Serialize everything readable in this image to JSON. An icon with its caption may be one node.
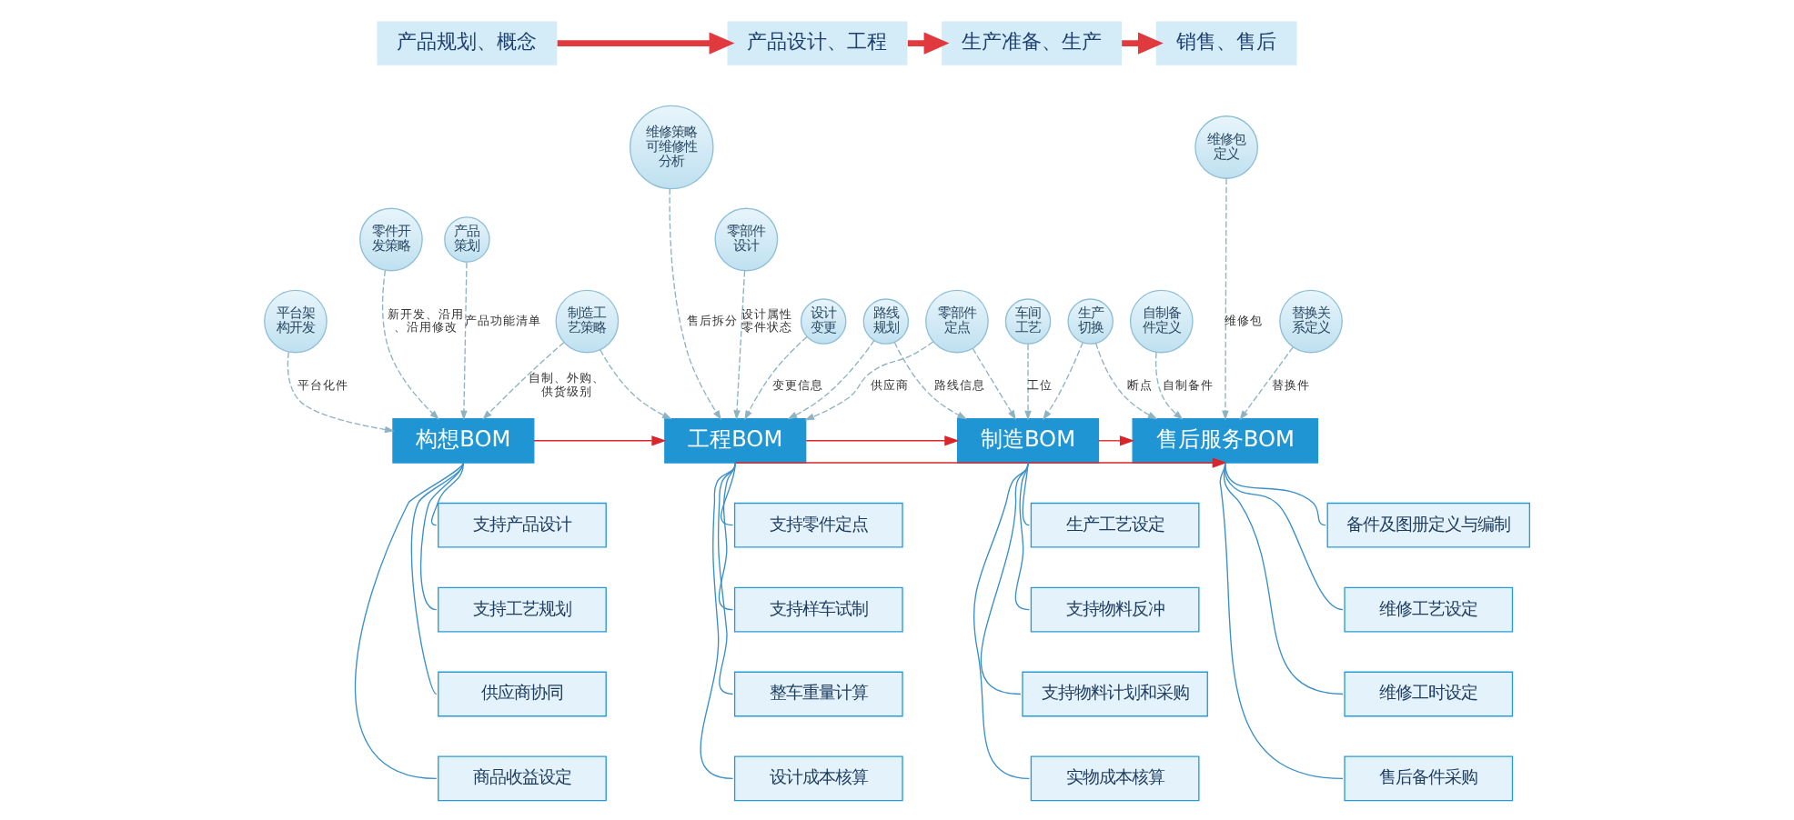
{
  "diagram": {
    "nodes": [
      {
        "text": [
          "产品规划、概念"
        ]
      },
      {
        "text": [
          "产品设计、工程"
        ]
      },
      {
        "text": [
          "生产准备、生产"
        ]
      },
      {
        "text": [
          "销售、售后"
        ]
      },
      {
        "text": [
          "产品策划"
        ]
      },
      {
        "text": [
          "平台架构开发"
        ]
      },
      {
        "text": [
          "零件开发策略"
        ]
      },
      {
        "text": [
          "制造工艺策略"
        ]
      },
      {
        "text": [
          "零部件设计"
        ]
      },
      {
        "text": [
          "设计变更"
        ]
      },
      {
        "text": [
          "维修策略可维修性分析"
        ]
      },
      {
        "text": [
          "零部件定点"
        ]
      },
      {
        "text": [
          "路线规划"
        ]
      },
      {
        "text": [
          "车间工艺"
        ]
      },
      {
        "text": [
          "生产切换"
        ]
      },
      {
        "text": [
          "自制备件定义"
        ]
      },
      {
        "text": [
          "维修包定义"
        ]
      },
      {
        "text": [
          "替换关系定义"
        ]
      },
      {
        "text": [
          "构想BOM"
        ]
      },
      {
        "text": [
          "工程BOM"
        ]
      },
      {
        "text": [
          "制造BOM"
        ]
      },
      {
        "text": [
          "售后服务BOM"
        ]
      },
      {
        "text": [
          "支持产品设计"
        ]
      },
      {
        "text": [
          "支持工艺规划"
        ]
      },
      {
        "text": [
          "供应商协同"
        ]
      },
      {
        "text": [
          "商品收益设定"
        ]
      },
      {
        "text": [
          "支持零件定点"
        ]
      },
      {
        "text": [
          "支持样车试制"
        ]
      },
      {
        "text": [
          "整车重量计算"
        ]
      },
      {
        "text": [
          "设计成本核算"
        ]
      },
      {
        "text": [
          "生产工艺设定"
        ]
      },
      {
        "text": [
          "支持物料反冲"
        ]
      },
      {
        "text": [
          "支持物料计划和采购"
        ]
      },
      {
        "text": [
          "实物成本核算"
        ]
      },
      {
        "text": [
          "备件及图册定义与编制"
        ]
      },
      {
        "text": [
          "维修工艺设定"
        ]
      },
      {
        "text": [
          "维修工时设定"
        ]
      },
      {
        "text": [
          "售后备件采购"
        ]
      }
    ],
    "edges": [
      {
        "from": 0,
        "to": 1,
        "arrow": "to",
        "style": "thick",
        "color": "#e0393e"
      },
      {
        "from": 1,
        "to": 2,
        "arrow": "to",
        "style": "thick",
        "color": "#e0393e"
      },
      {
        "from": 2,
        "to": 3,
        "arrow": "to",
        "style": "thick",
        "color": "#e0393e"
      },
      {
        "from": 4,
        "to": 18,
        "arrow": "to",
        "label": "产品功能清单",
        "style": "dashed",
        "color": "#8fb3c0"
      },
      {
        "from": 5,
        "to": 18,
        "arrow": "to",
        "label": "平台化件",
        "style": "dashed",
        "color": "#8fb3c0"
      },
      {
        "from": 6,
        "to": 18,
        "arrow": "to",
        "label": "新开发、沿用、沿用修改",
        "style": "dashed",
        "color": "#8fb3c0"
      },
      {
        "from": 7,
        "to": 18,
        "arrow": "to",
        "label": "自制、外购、供货级别",
        "style": "dashed",
        "color": "#8fb3c0"
      },
      {
        "from": 7,
        "to": 19,
        "arrow": "to",
        "style": "dashed",
        "color": "#8fb3c0"
      },
      {
        "from": 8,
        "to": 19,
        "arrow": "to",
        "label": "设计属性零件状态",
        "style": "dashed",
        "color": "#8fb3c0"
      },
      {
        "from": 9,
        "to": 19,
        "arrow": "to",
        "label": "变更信息",
        "style": "dashed",
        "color": "#8fb3c0"
      },
      {
        "from": 10,
        "to": 19,
        "arrow": "to",
        "label": "售后拆分",
        "style": "dashed",
        "color": "#8fb3c0"
      },
      {
        "from": 11,
        "to": 19,
        "arrow": "to",
        "label": "供应商",
        "style": "dashed",
        "color": "#8fb3c0"
      },
      {
        "from": 11,
        "to": 20,
        "arrow": "to",
        "style": "dashed",
        "color": "#8fb3c0"
      },
      {
        "from": 12,
        "to": 19,
        "arrow": "to",
        "style": "dashed",
        "color": "#8fb3c0"
      },
      {
        "from": 12,
        "to": 20,
        "arrow": "to",
        "label": "路线信息",
        "style": "dashed",
        "color": "#8fb3c0"
      },
      {
        "from": 13,
        "to": 20,
        "arrow": "to",
        "label": "工位",
        "style": "dashed",
        "color": "#8fb3c0"
      },
      {
        "from": 14,
        "to": 20,
        "arrow": "to",
        "style": "dashed",
        "color": "#8fb3c0"
      },
      {
        "from": 14,
        "to": 21,
        "arrow": "to",
        "label": "断点",
        "style": "dashed",
        "color": "#8fb3c0"
      },
      {
        "from": 15,
        "to": 21,
        "arrow": "to",
        "label": "自制备件",
        "style": "dashed",
        "color": "#8fb3c0"
      },
      {
        "from": 16,
        "to": 21,
        "arrow": "to",
        "label": "维修包",
        "style": "dashed",
        "color": "#8fb3c0"
      },
      {
        "from": 17,
        "to": 21,
        "arrow": "to",
        "label": "替换件",
        "style": "dashed",
        "color": "#8fb3c0"
      },
      {
        "from": 18,
        "to": 19,
        "arrow": "to",
        "color": "#d9262b"
      },
      {
        "from": 19,
        "to": 20,
        "arrow": "to",
        "color": "#d9262b"
      },
      {
        "from": 20,
        "to": 21,
        "arrow": "to",
        "color": "#d9262b"
      },
      {
        "from": 19,
        "to": 21,
        "arrow": "to",
        "color": "#d9262b"
      },
      {
        "from": 18,
        "to": 22,
        "arrow": "none"
      },
      {
        "from": 18,
        "to": 23,
        "arrow": "none"
      },
      {
        "from": 18,
        "to": 24,
        "arrow": "none"
      },
      {
        "from": 18,
        "to": 25,
        "arrow": "none"
      },
      {
        "from": 19,
        "to": 26,
        "arrow": "none"
      },
      {
        "from": 19,
        "to": 27,
        "arrow": "none"
      },
      {
        "from": 19,
        "to": 28,
        "arrow": "none"
      },
      {
        "from": 19,
        "to": 29,
        "arrow": "none"
      },
      {
        "from": 20,
        "to": 30,
        "arrow": "none"
      },
      {
        "from": 20,
        "to": 31,
        "arrow": "none"
      },
      {
        "from": 20,
        "to": 32,
        "arrow": "none"
      },
      {
        "from": 20,
        "to": 33,
        "arrow": "none"
      },
      {
        "from": 21,
        "to": 34,
        "arrow": "none"
      },
      {
        "from": 21,
        "to": 35,
        "arrow": "none"
      },
      {
        "from": 21,
        "to": 36,
        "arrow": "none"
      },
      {
        "from": 21,
        "to": 37,
        "arrow": "none"
      }
    ]
  }
}
